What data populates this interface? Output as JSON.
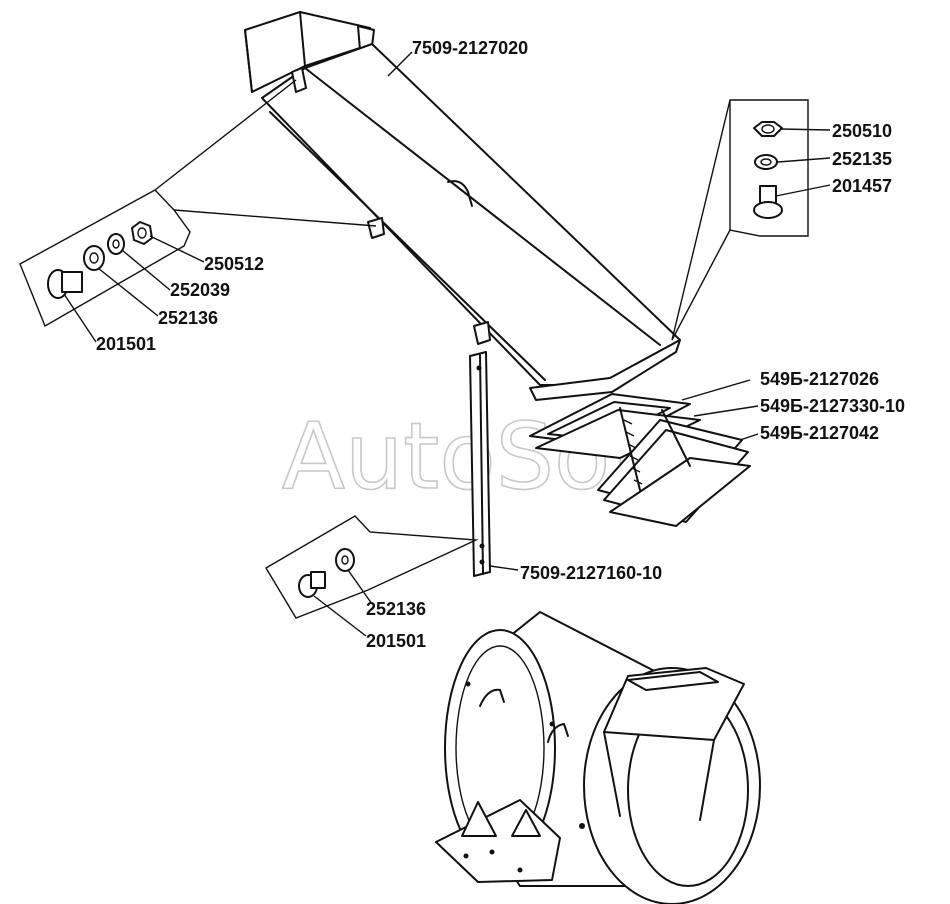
{
  "watermark": "AutoSoft",
  "labels": {
    "pipe": "7509-2127020",
    "nut_top": "250510",
    "washer_top": "252135",
    "bolt_top": "201457",
    "nut_left": "250512",
    "washer_left_a": "252039",
    "washer_left_b": "252136",
    "bolt_left": "201501",
    "gasket_a": "549Б-2127026",
    "gasket_b": "549Б-2127330-10",
    "gasket_c": "549Б-2127042",
    "strut": "7509-2127160-10",
    "washer_bottom": "252136",
    "bolt_bottom": "201501"
  }
}
